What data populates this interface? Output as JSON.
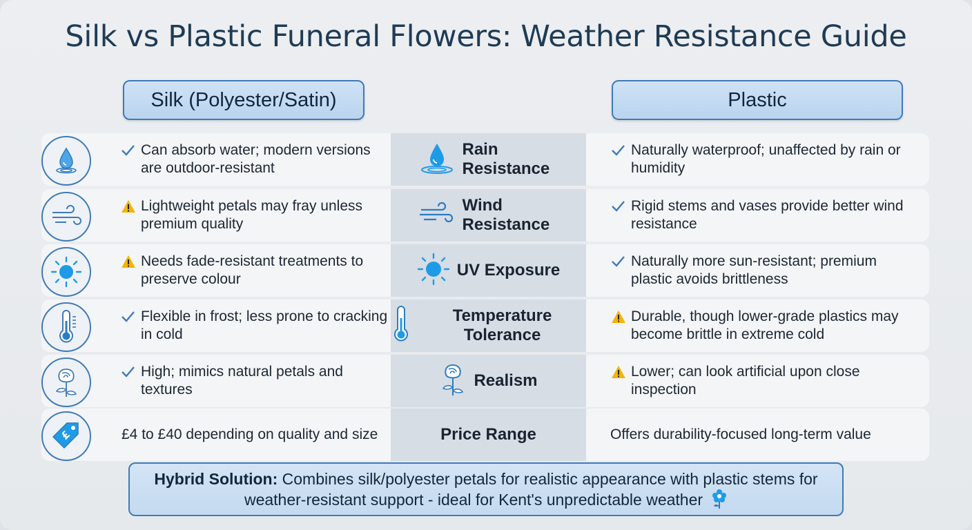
{
  "title": "Silk vs Plastic Funeral Flowers: Weather Resistance Guide",
  "columns": {
    "silk": "Silk (Polyester/Satin)",
    "plastic": "Plastic"
  },
  "rows": [
    {
      "icon": "water-drop-icon",
      "category": "Rain Resistance",
      "silk_mark": "check",
      "silk": "Can absorb water; modern versions are outdoor-resistant",
      "plastic_mark": "check",
      "plastic": "Naturally waterproof; unaffected by rain or humidity"
    },
    {
      "icon": "wind-icon",
      "category": "Wind Resistance",
      "silk_mark": "warning",
      "silk": "Lightweight petals may fray unless premium quality",
      "plastic_mark": "check",
      "plastic": "Rigid stems and vases provide better wind resistance"
    },
    {
      "icon": "sun-icon",
      "category": "UV Exposure",
      "silk_mark": "warning",
      "silk": "Needs fade-resistant treatments to preserve colour",
      "plastic_mark": "check",
      "plastic": "Naturally more sun-resistant; premium plastic avoids brittleness"
    },
    {
      "icon": "thermometer-icon",
      "category": "Temperature Tolerance",
      "silk_mark": "check",
      "silk": "Flexible in frost; less prone to cracking in cold",
      "plastic_mark": "warning",
      "plastic": "Durable, though lower-grade plastics may become brittle in extreme cold"
    },
    {
      "icon": "rose-icon",
      "category": "Realism",
      "silk_mark": "check",
      "silk": "High; mimics natural petals and textures",
      "plastic_mark": "warning",
      "plastic": "Lower; can look artificial upon close inspection"
    },
    {
      "icon": "price-tag-icon",
      "category": "Price Range",
      "silk_mark": "none",
      "silk": "£4 to £40 depending on quality and size",
      "plastic_mark": "none",
      "plastic": "Offers durability-focused long-term value"
    }
  ],
  "footer": {
    "label": "Hybrid Solution:",
    "text": " Combines silk/polyester petals for realistic appearance with plastic stems for weather-resistant support - ideal for Kent's unpredictable weather"
  },
  "colors": {
    "accent": "#3f7ab7",
    "icon_blue": "#1e9be6",
    "check": "#3f7ab7",
    "warning": "#f4b400"
  }
}
